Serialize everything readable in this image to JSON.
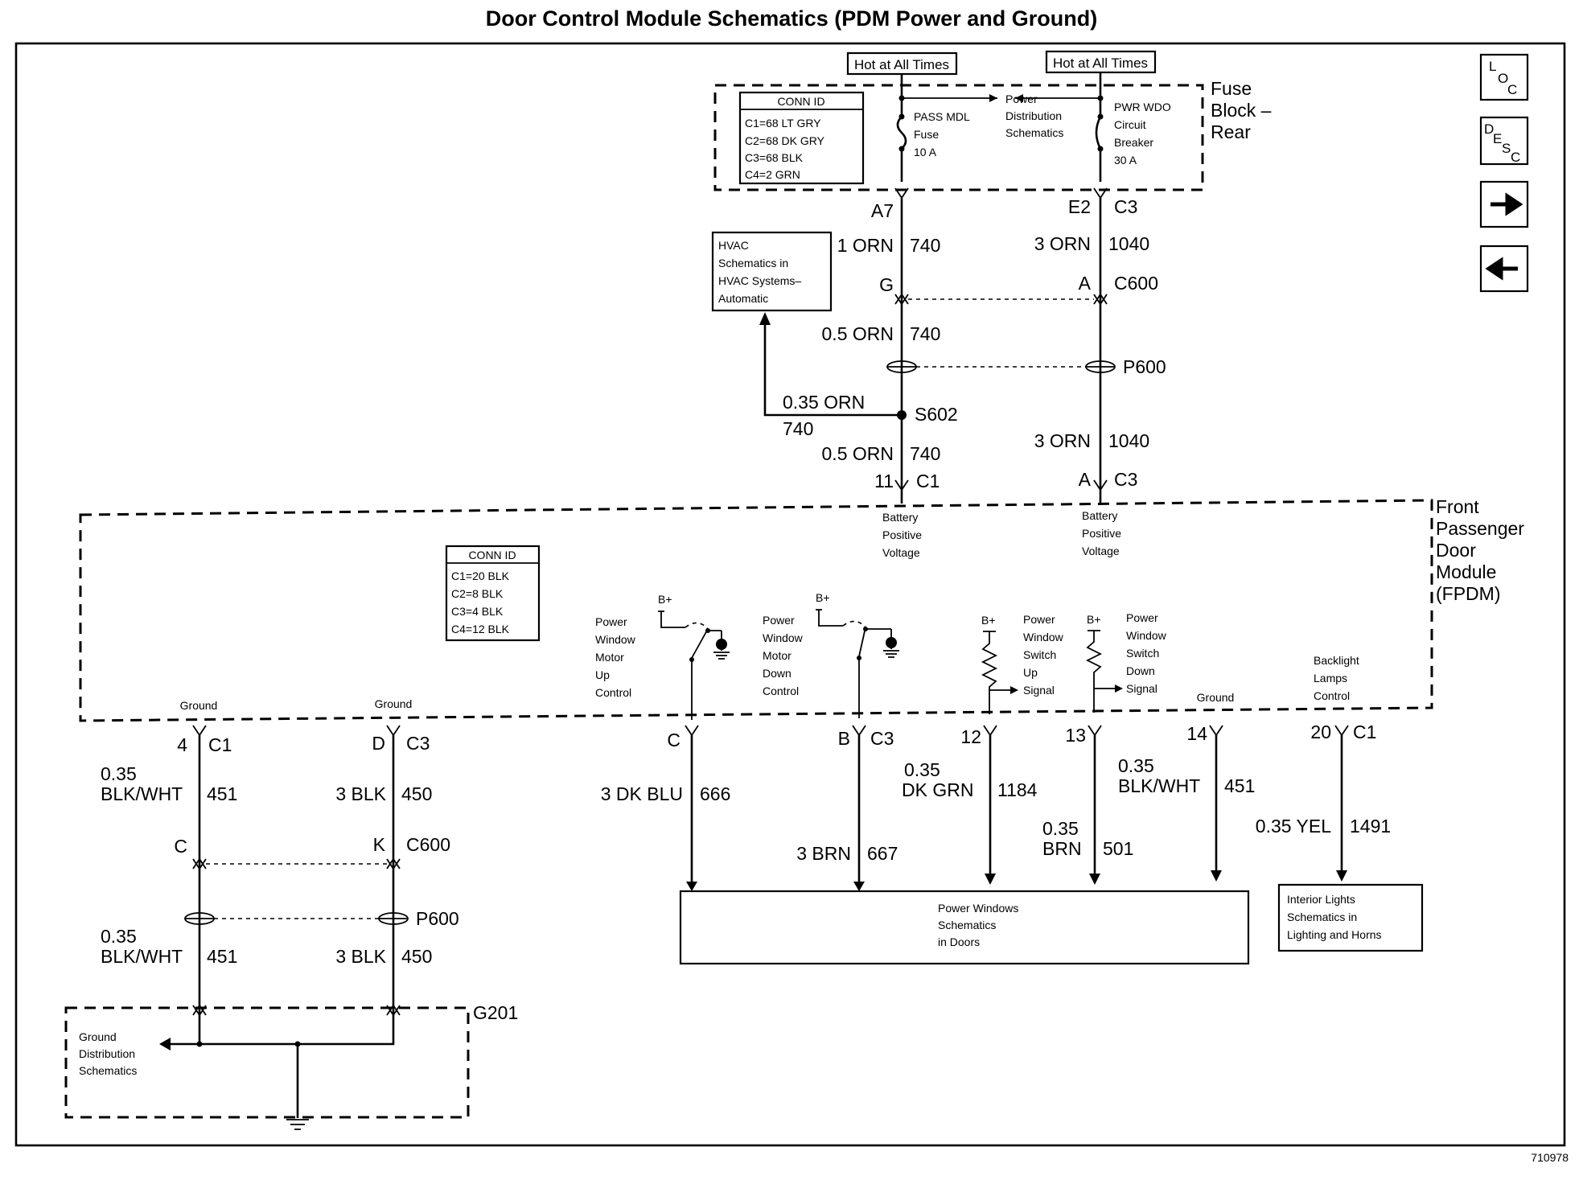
{
  "title": "Door Control Module Schematics (PDM Power and Ground)",
  "figure_id": "710978",
  "nav": {
    "loc": [
      "L",
      "O",
      "C"
    ],
    "desc": [
      "D",
      "E",
      "S",
      "C"
    ],
    "next_icon": "arrow-right-icon",
    "prev_icon": "arrow-left-icon"
  },
  "hot_at_all_times": "Hot at All Times",
  "fuse_block": {
    "label": [
      "Fuse",
      "Block –",
      "Rear"
    ],
    "conn_id_title": "CONN ID",
    "conn_ids": [
      "C1=68 LT GRY",
      "C2=68 DK GRY",
      "C3=68 BLK",
      "C4=2 GRN"
    ],
    "pass_mdl_fuse": [
      "PASS MDL",
      "Fuse",
      "10 A"
    ],
    "power_dist": [
      "Power",
      "Distribution",
      "Schematics"
    ],
    "pwr_wdo_cb": [
      "PWR WDO",
      "Circuit",
      "Breaker",
      "30 A"
    ]
  },
  "hvac_ref": [
    "HVAC",
    "Schematics in",
    "HVAC Systems–",
    "Automatic"
  ],
  "connectors": {
    "a7": "A7",
    "e2": "E2",
    "c3_top": "C3",
    "g": "G",
    "a_c600": "A",
    "c600": "C600",
    "p600": "P600",
    "s602": "S602",
    "pin11": "11",
    "c1": "C1",
    "a_c3": "A",
    "c3": "C3"
  },
  "wires": {
    "w740_1": "1 ORN",
    "c740": "740",
    "w1040_3": "3 ORN",
    "c1040": "1040",
    "w740_05": "0.5 ORN",
    "w740_035": "0.35 ORN"
  },
  "battery_positive": [
    "Battery",
    "Positive",
    "Voltage"
  ],
  "fpdm": {
    "label": [
      "Front",
      "Passenger",
      "Door",
      "Module",
      "(FPDM)"
    ],
    "conn_id_title": "CONN ID",
    "conn_ids": [
      "C1=20 BLK",
      "C2=8 BLK",
      "C3=4 BLK",
      "C4=12 BLK"
    ],
    "ground": "Ground",
    "b_plus": "B+",
    "pwm_up": [
      "Power",
      "Window",
      "Motor",
      "Up",
      "Control"
    ],
    "pwm_down": [
      "Power",
      "Window",
      "Motor",
      "Down",
      "Control"
    ],
    "pws_up": [
      "Power",
      "Window",
      "Switch",
      "Up",
      "Signal"
    ],
    "pws_down": [
      "Power",
      "Window",
      "Switch",
      "Down",
      "Signal"
    ],
    "backlight": [
      "Backlight",
      "Lamps",
      "Control"
    ]
  },
  "bottom_pins": {
    "p4": "4",
    "c1": "C1",
    "pd": "D",
    "c3": "C3",
    "pc": "C",
    "pb": "B",
    "p12": "12",
    "p13": "13",
    "p14": "14",
    "p20": "20",
    "c_inline": "C",
    "k_inline": "K",
    "c600": "C600",
    "p600": "P600"
  },
  "bottom_wires": {
    "w035": "0.35",
    "blk_wht": "BLK/WHT",
    "c451": "451",
    "blk3": "3 BLK",
    "c450": "450",
    "dkblu": "3 DK BLU",
    "c666": "666",
    "brn3": "3 BRN",
    "c667": "667",
    "dkgrn": "DK GRN",
    "c1184": "1184",
    "brn": "BRN",
    "c501": "501",
    "yel": "0.35 YEL",
    "c1491": "1491"
  },
  "power_windows_ref": [
    "Power Windows",
    "Schematics",
    "in Doors"
  ],
  "interior_lights_ref": [
    "Interior Lights",
    "Schematics in",
    "Lighting and Horns"
  ],
  "ground_dist_ref": [
    "Ground",
    "Distribution",
    "Schematics"
  ],
  "g201": "G201"
}
